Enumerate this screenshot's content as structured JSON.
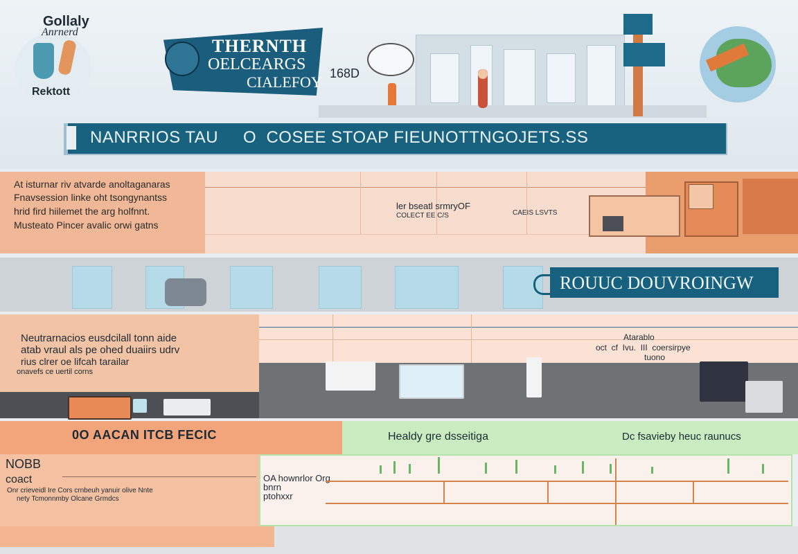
{
  "header": {
    "logo": {
      "line1": "Gollaly",
      "line2": "Anrnerd",
      "line3": "Rektott"
    },
    "badge": {
      "line1": "THERNTH",
      "line2": "OELCEARGS",
      "line3": "CIALEFOY"
    },
    "number_label": "168D",
    "banner_text": "NANRRIOS TAU     O  COSEE STOAP FIEUNOTTNGOJETS.SS"
  },
  "band2": {
    "text_lines": [
      "At isturnar riv atvarde anoltaganaras",
      "Fnavsession linke oht tsongynantss",
      "hrid fird hiilemet the arg holfnnt.",
      "Musteato Pincer avalic orwi gatns"
    ],
    "mid_label1": "ler bseatl srmryOF",
    "mid_label2": "COLECT EE C/S",
    "mid_label3": "CAEIS LSVTS"
  },
  "band3": {
    "banner_text": "ROUUC DOUVROINGW"
  },
  "band4": {
    "text_lines": [
      "Neutrarnacios eusdcilall tonn aide",
      "atab vraul als pe ohed duaiirs udrv",
      "rius clrer oe lifcah tarailar",
      "onavefs ce uertil corns"
    ],
    "right_lines": [
      "Atarablo",
      "oct  cf  Ivu.  III  coersirpye",
      "tuono"
    ]
  },
  "band5": {
    "heading_left": "0O AACAN ITCB FECIC",
    "heading_mid": "Healdy gre dsseitiga",
    "heading_right": "Dc fsavieby heuc raunucs",
    "left_lines": [
      "NOBB",
      "coact",
      "Onr crieveidl Ire  Cors crnbeuh  yanuir olive Nnte",
      "nety Tcmonnmby  Olcane Grmdcs"
    ],
    "chart_note": "OA hownrlor Org\nbnrn\nptohxxr"
  },
  "colors": {
    "navy": "#18627f",
    "orange": "#e38a56",
    "peach": "#f4c1a2",
    "green": "#65b765"
  }
}
